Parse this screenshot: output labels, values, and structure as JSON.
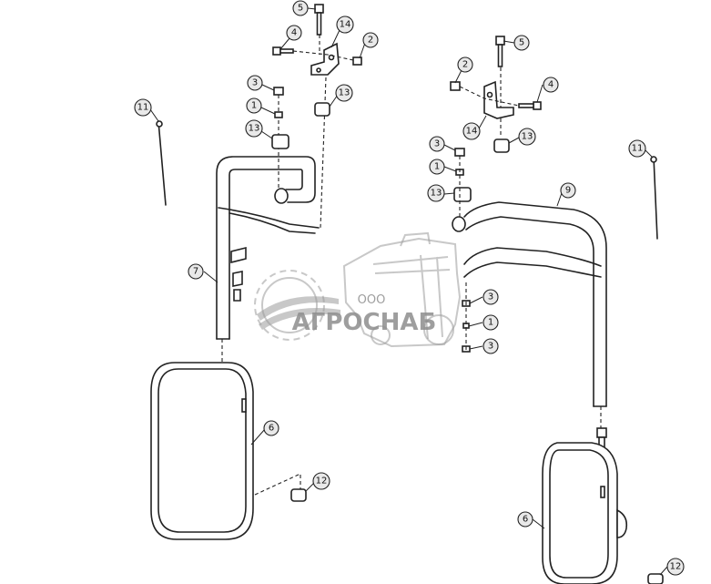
{
  "watermark": {
    "prefix": "ООО",
    "brand": "АГРОСНАБ"
  },
  "callouts": [
    {
      "id": "c-left-5",
      "label": "5"
    },
    {
      "id": "c-left-14",
      "label": "14"
    },
    {
      "id": "c-left-4",
      "label": "4"
    },
    {
      "id": "c-left-2",
      "label": "2"
    },
    {
      "id": "c-left-3",
      "label": "3"
    },
    {
      "id": "c-left-1",
      "label": "1"
    },
    {
      "id": "c-left-13a",
      "label": "13"
    },
    {
      "id": "c-left-13b",
      "label": "13"
    },
    {
      "id": "c-left-11",
      "label": "11"
    },
    {
      "id": "c-left-7",
      "label": "7"
    },
    {
      "id": "c-left-6",
      "label": "6"
    },
    {
      "id": "c-left-12",
      "label": "12"
    },
    {
      "id": "c-right-5",
      "label": "5"
    },
    {
      "id": "c-right-2",
      "label": "2"
    },
    {
      "id": "c-right-4",
      "label": "4"
    },
    {
      "id": "c-right-14",
      "label": "14"
    },
    {
      "id": "c-right-13a",
      "label": "13"
    },
    {
      "id": "c-right-3a",
      "label": "3"
    },
    {
      "id": "c-right-1a",
      "label": "1"
    },
    {
      "id": "c-right-13b",
      "label": "13"
    },
    {
      "id": "c-right-9",
      "label": "9"
    },
    {
      "id": "c-right-11",
      "label": "11"
    },
    {
      "id": "c-right-3b",
      "label": "3"
    },
    {
      "id": "c-right-1b",
      "label": "1"
    },
    {
      "id": "c-right-3c",
      "label": "3"
    },
    {
      "id": "c-right-6",
      "label": "6"
    },
    {
      "id": "c-right-12",
      "label": "12"
    }
  ]
}
